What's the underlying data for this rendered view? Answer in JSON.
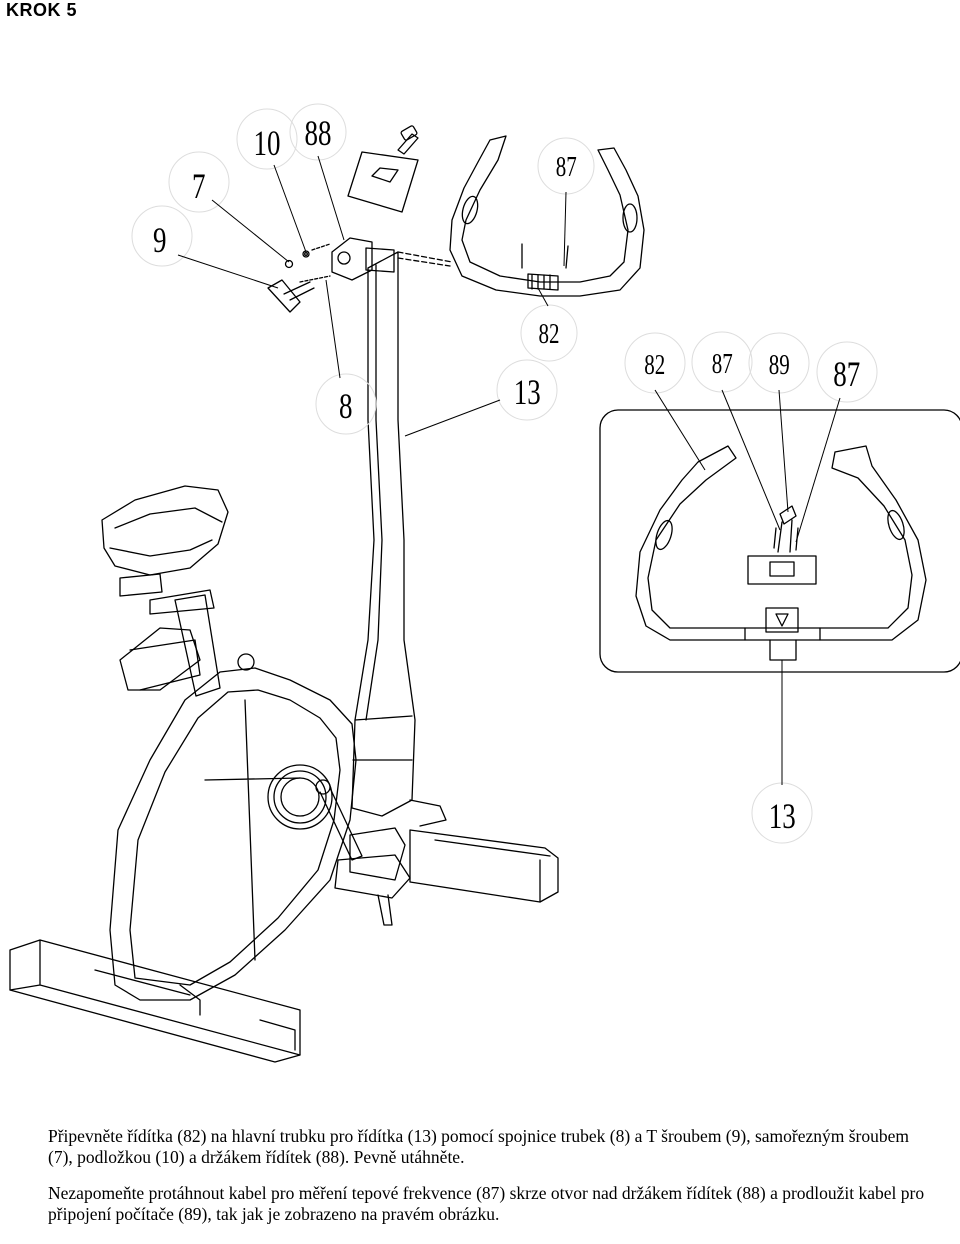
{
  "header": {
    "title": "KROK 5"
  },
  "callouts": {
    "main": [
      "9",
      "7",
      "10",
      "88",
      "8",
      "13",
      "82",
      "87"
    ],
    "detail": [
      "82",
      "87",
      "89",
      "87",
      "13"
    ]
  },
  "instructions": [
    "Připevněte řídítka (82) na hlavní trubku pro řídítka (13) pomocí spojnice trubek (8) a T šroubem (9), samořezným šroubem (7), podložkou (10) a držákem řídítek (88). Pevně utáhněte.",
    "Nezapomeňte protáhnout kabel pro měření tepové frekvence (87) skrze otvor nad držákem řídítek (88) a prodloužit kabel pro připojení počítače (89), tak jak je zobrazeno na pravém obrázku."
  ]
}
